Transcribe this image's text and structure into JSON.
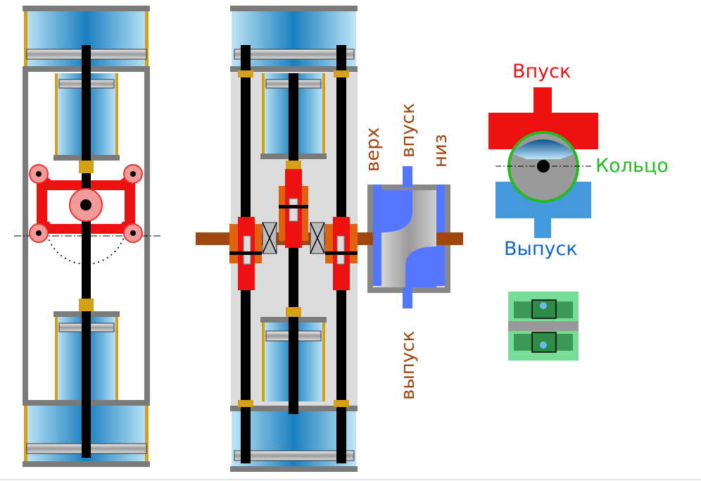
{
  "labels": {
    "top": "верх",
    "intake_vertical": "впуск",
    "bottom": "низ",
    "exhaust_vertical": "выпуск",
    "intake": "Впуск",
    "ring": "Кольцо",
    "exhaust": "Выпуск"
  },
  "colors": {
    "frame_gray": "#7a7a7a",
    "cylinder_blue": "#2a8fc7",
    "cylinder_light": "#bfe6f7",
    "yoke_red": "#ee1111",
    "rod_black": "#000000",
    "shaft_brown": "#a0460f",
    "flange_orange": "#e0620f",
    "housing_light": "#dcdcdc",
    "port_blue": "#5577ff",
    "intake_red": "#ee1111",
    "exhaust_blue": "#4499dd",
    "ring_green": "#22bb22",
    "label_intake": "#ee1111",
    "label_ring": "#22bb22",
    "label_exhaust": "#1166cc",
    "label_brown": "#a0460f",
    "seal_green": "#66dd88",
    "mustard": "#d4a017"
  }
}
